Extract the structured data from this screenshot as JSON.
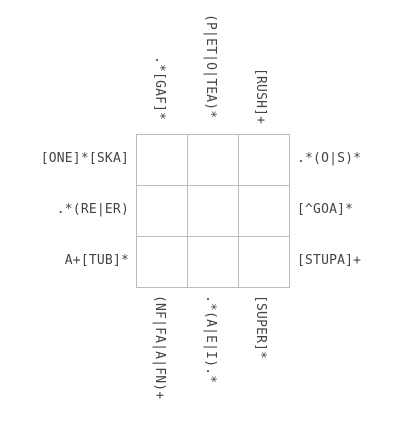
{
  "puzzle": {
    "rows": [
      {
        "left": "[ONE]*[SKA]",
        "right": ".*(O|S)*"
      },
      {
        "left": ".*(RE|ER)",
        "right": "[^GOA]*"
      },
      {
        "left": "A+[TUB]*",
        "right": "[STUPA]+"
      }
    ],
    "columns": [
      {
        "top": ".*[GAF]*",
        "bottom": "(NF|FA|A|FN)+"
      },
      {
        "top": "(P|ET|O|TEA)*",
        "bottom": ".*(A|E|I).*"
      },
      {
        "top": "[RUSH]+",
        "bottom": "[SUPER]*"
      }
    ],
    "cells": [
      [
        "",
        "",
        ""
      ],
      [
        "",
        "",
        ""
      ],
      [
        "",
        "",
        ""
      ]
    ]
  }
}
